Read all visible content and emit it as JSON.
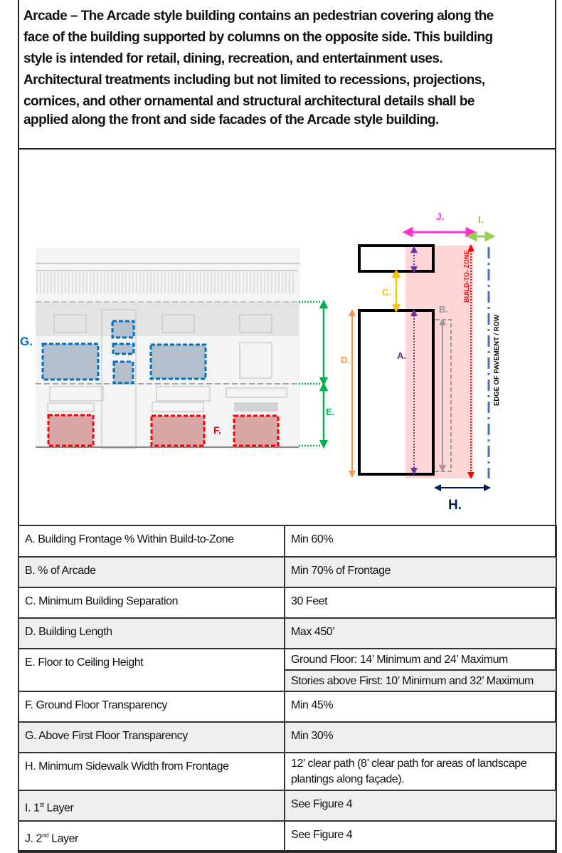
{
  "intro": {
    "lines": [
      "Arcade – The Arcade style building contains an pedestrian covering along the",
      "face of the building supported by columns on the opposite side. This building",
      "style is intended for retail, dining, recreation, and entertainment uses.",
      "Architectural treatments including but not limited to recessions, projections,",
      "cornices, and other ornamental and structural architectural details shall be",
      "applied along the front and side facades of the Arcade style building."
    ]
  },
  "diagram": {
    "labels": {
      "A": "A.",
      "B": "B.",
      "C": "C.",
      "D": "D.",
      "E": "E.",
      "F": "F.",
      "G": "G.",
      "H": "H.",
      "I": "I.",
      "J": "J."
    },
    "build_to_zone": "BUILD-TO- ZONE",
    "edge_of_pavement": "EDGE OF PAVEMENT / ROW",
    "colors": {
      "A": "#7030a0",
      "B": "#999999",
      "C": "#ffc000",
      "D": "#f79646",
      "E": "#00b050",
      "F": "#ff0000",
      "G": "#0070c0",
      "H": "#002060",
      "I": "#92d050",
      "J": "#ff33cc",
      "zone": "#ffd5d5",
      "row": "#4472c4"
    }
  },
  "table": {
    "rows": [
      {
        "label": "A. Building Frontage % Within Build-to-Zone",
        "value": "Min 60%"
      },
      {
        "label": "B. % of Arcade",
        "value": "Min 70% of Frontage"
      },
      {
        "label": "C. Minimum Building Separation",
        "value": "30 Feet"
      },
      {
        "label": "D. Building Length",
        "value": "Max 450’"
      },
      {
        "label": "E. Floor to Ceiling Height",
        "value": "Ground Floor: 14’ Minimum and 24’ Maximum",
        "value2": "Stories above First: 10’ Minimum and 32’ Maximum"
      },
      {
        "label": "F. Ground Floor Transparency",
        "value": "Min 45%"
      },
      {
        "label": "G. Above First Floor Transparency",
        "value": "Min 30%"
      },
      {
        "label": "H. Minimum Sidewalk Width from Frontage",
        "value": "12’ clear path (8’ clear path for areas of landscape plantings along façade)."
      },
      {
        "label_prefix": "I. 1",
        "label_sup": "st",
        "label_suffix": " Layer",
        "value": "See Figure 4"
      },
      {
        "label_prefix": "J. 2",
        "label_sup": "nd",
        "label_suffix": " Layer",
        "value": "See Figure 4"
      }
    ]
  }
}
